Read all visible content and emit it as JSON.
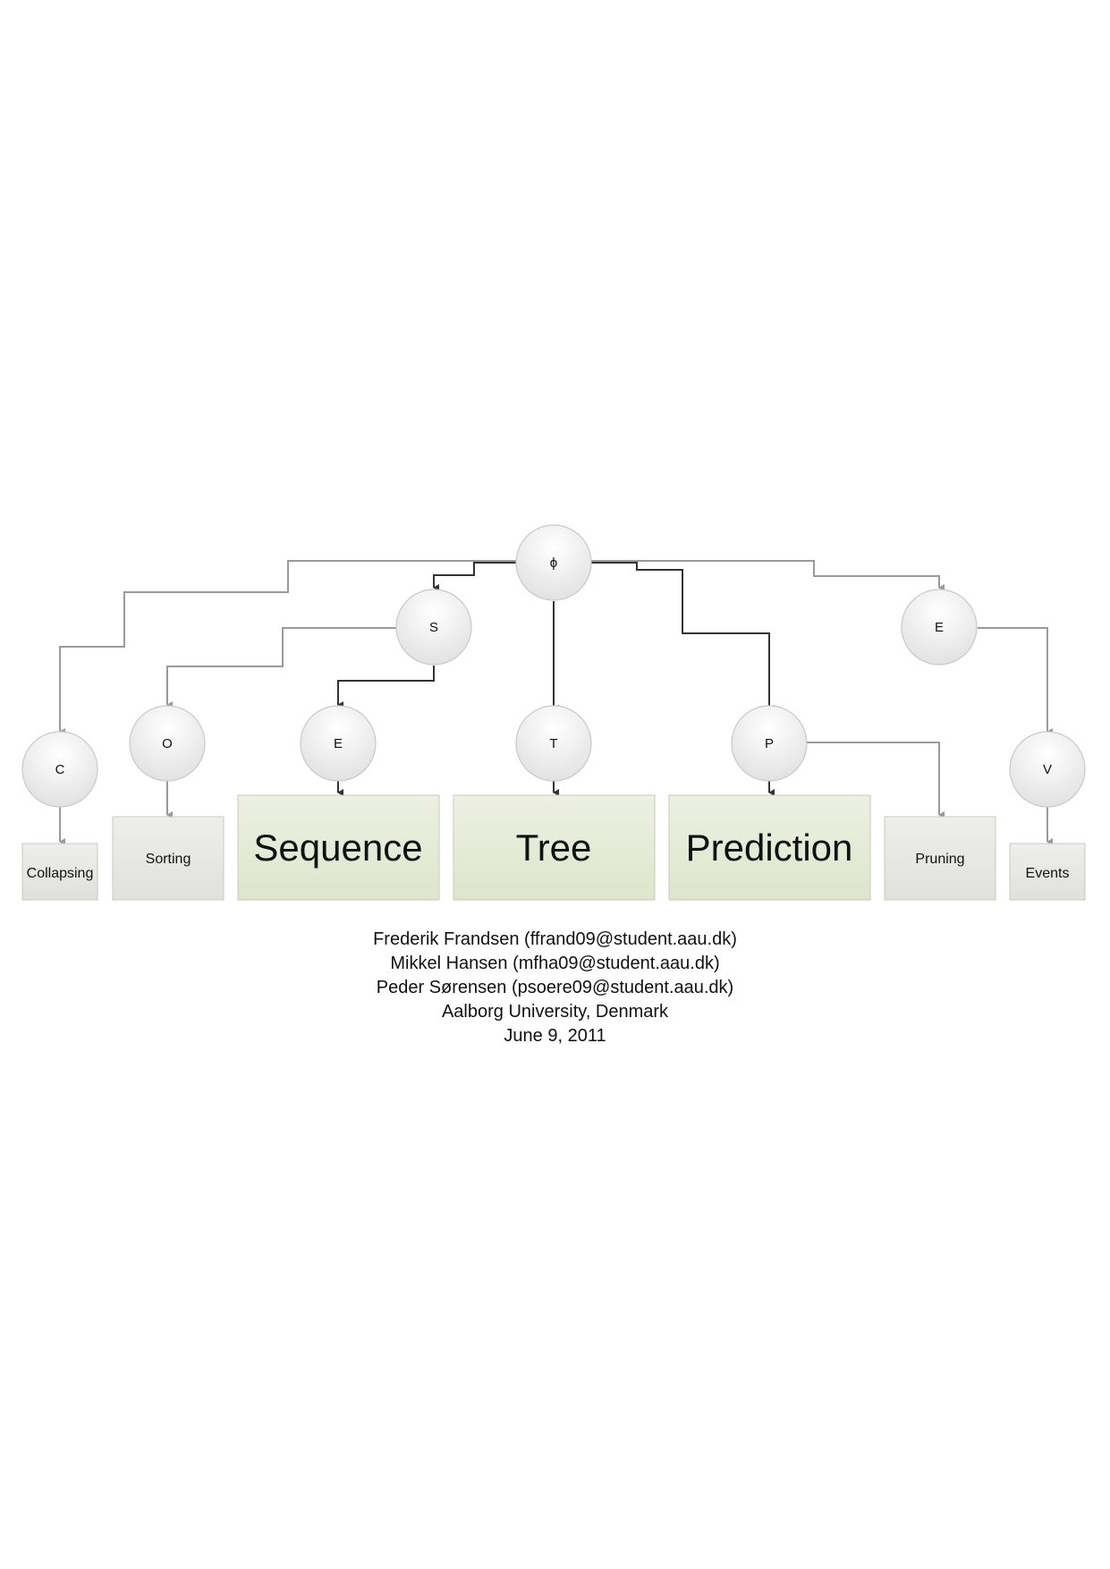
{
  "nodes": {
    "root": "ϕ",
    "s": "S",
    "e_right": "E",
    "c": "C",
    "o": "O",
    "e_mid": "E",
    "t": "T",
    "p": "P",
    "v": "V"
  },
  "leaves": {
    "collapsing": "Collapsing",
    "sorting": "Sorting",
    "sequence": "Sequence",
    "tree": "Tree",
    "prediction": "Prediction",
    "pruning": "Pruning",
    "events": "Events"
  },
  "authors": [
    "Frederik Frandsen (ffrand09@student.aau.dk)",
    "Mikkel Hansen (mfha09@student.aau.dk)",
    "Peder Sørensen (psoere09@student.aau.dk)",
    "Aalborg University, Denmark",
    "June 9, 2011"
  ],
  "colors": {
    "node_fill_top": "#fbfbfb",
    "node_fill_bottom": "#e4e4e4",
    "leaf_grey": "#e5e6e1",
    "leaf_green": "#e4e8d3",
    "edge_dark": "#333333",
    "edge_light": "#9a9a9a"
  }
}
